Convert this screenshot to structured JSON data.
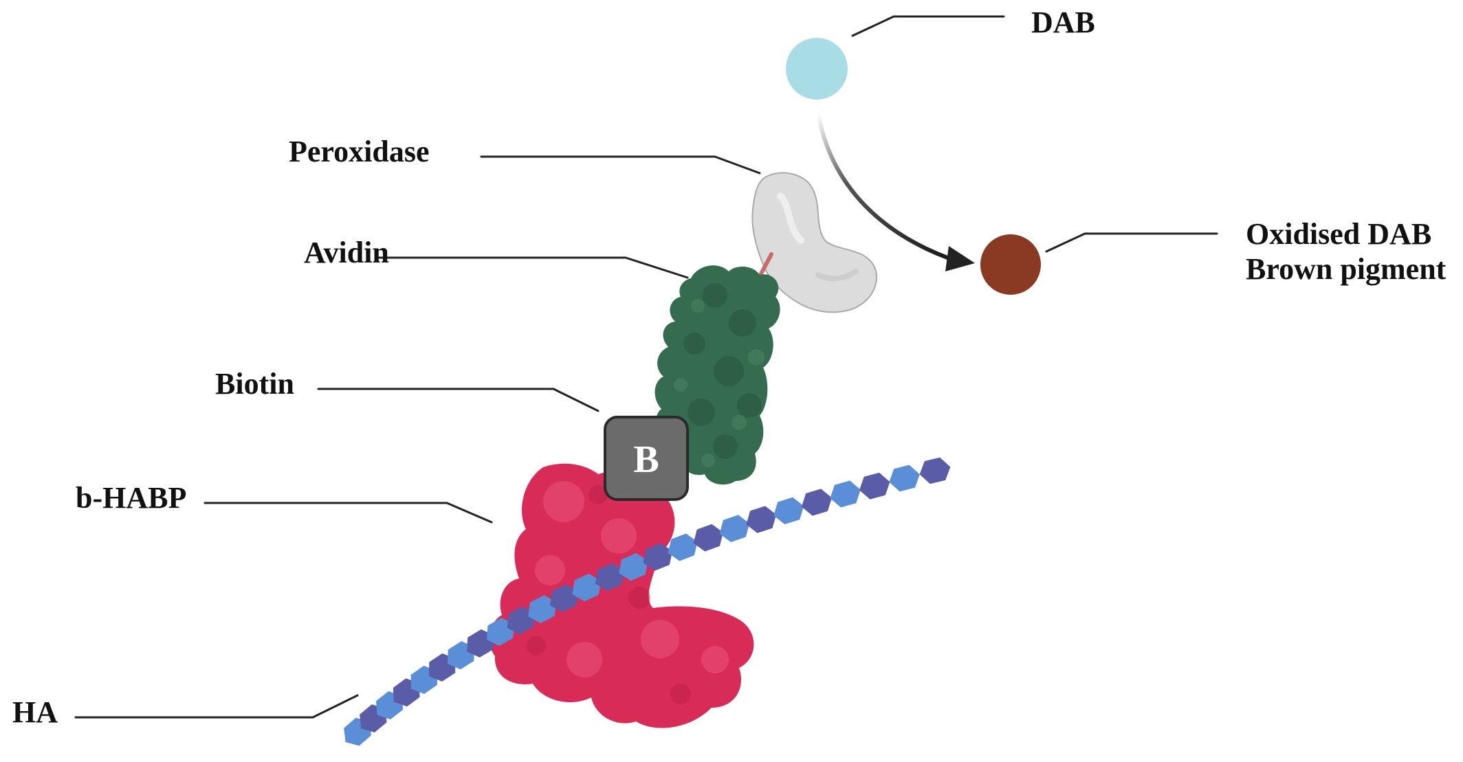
{
  "labels": {
    "dab": "DAB",
    "peroxidase": "Peroxidase",
    "avidin": "Avidin",
    "biotin": "Biotin",
    "b_habp": "b-HABP",
    "ha": "HA",
    "oxidised_dab_line1": "Oxidised DAB",
    "oxidised_dab_line2": "Brown pigment"
  },
  "biotin_symbol": "B",
  "colors": {
    "dab": "#a9dde6",
    "oxidised_dab": "#8a3a22",
    "peroxidase": "#dcdcdc",
    "avidin": "#356b4e",
    "biotin_box": "#6b6b6b",
    "b_habp": "#d92b57",
    "ha_dark": "#5a5ca8",
    "ha_light": "#5a8ed6",
    "leader_lines": "#222222",
    "arrow": "#222222"
  }
}
